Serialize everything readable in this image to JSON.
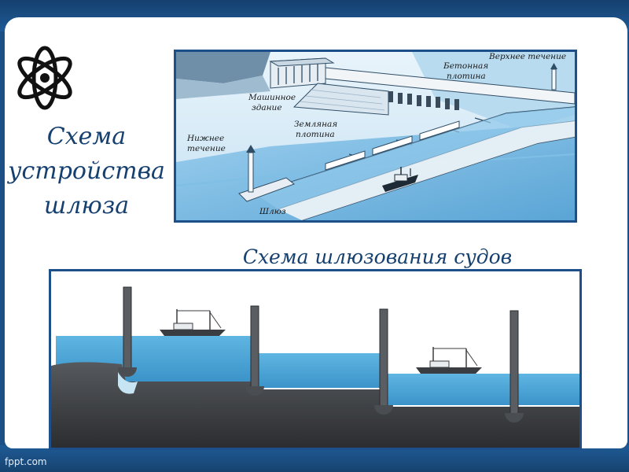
{
  "slide": {
    "title_lines": [
      "Схема",
      "устройства",
      "шлюза"
    ],
    "subtitle": "Схема шлюзования судов",
    "footer": "fppt.com"
  },
  "top_figure": {
    "labels": {
      "upper_flow": "Верхнее течение",
      "concrete_dam_1": "Бетонная",
      "concrete_dam_2": "плотина",
      "machine_building_1": "Машинное",
      "machine_building_2": "здание",
      "earth_dam_1": "Земляная",
      "earth_dam_2": "плотина",
      "lower_flow_1": "Нижнее",
      "lower_flow_2": "течение",
      "lock": "Шлюз"
    }
  },
  "colors": {
    "frame_blue": "#1d4f8a",
    "title_blue": "#15406f",
    "water": "#4aa6d8",
    "water_light": "#8fd0ee",
    "ground": "#3d3f42",
    "gate": "#5a5d61"
  },
  "icons": [
    "atom-icon",
    "ship-icon",
    "gate-icon",
    "lighthouse-icon"
  ]
}
